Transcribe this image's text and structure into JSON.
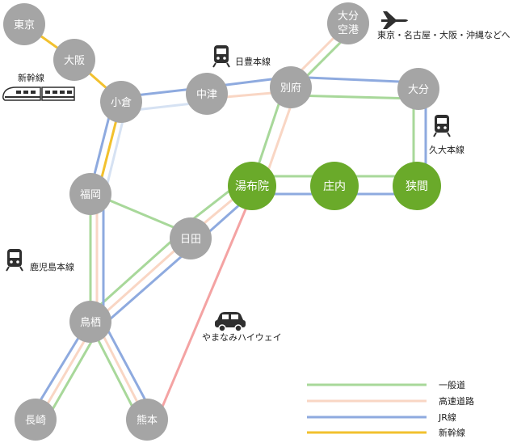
{
  "colors": {
    "general_road": "#a8d89a",
    "expressway": "#f9d6c4",
    "jr_line": "#8eaadf",
    "shinkansen": "#f2c12e",
    "yamanami": "#f4a3a3",
    "local_line": "#d6e2f3",
    "node_gray": "#a5a5a5",
    "node_green": "#6aaa2a",
    "icon_dark": "#2f2f2f"
  },
  "nodes": {
    "tokyo": "東京",
    "osaka": "大阪",
    "kokura": "小倉",
    "nakatsu": "中津",
    "beppu": "別府",
    "oita_airport_1": "大分",
    "oita_airport_2": "空港",
    "oita": "大分",
    "fukuoka": "福岡",
    "yufuin": "湯布院",
    "shonai": "庄内",
    "hasama": "狭間",
    "hita": "日田",
    "tosu": "鳥栖",
    "nagasaki": "長崎",
    "kumamoto": "熊本"
  },
  "labels": {
    "shinkansen_line": "新幹線",
    "nippo_line": "日豊本線",
    "kyudai_line": "久大本線",
    "kagoshima_line": "鹿児島本線",
    "yamanami_highway": "やまなみハイウェイ",
    "flights": "東京・名古屋・大阪・沖縄などへ"
  },
  "legend": {
    "general_road": "一般道",
    "expressway": "高速道路",
    "jr_line": "JR線",
    "shinkansen": "新幹線"
  }
}
